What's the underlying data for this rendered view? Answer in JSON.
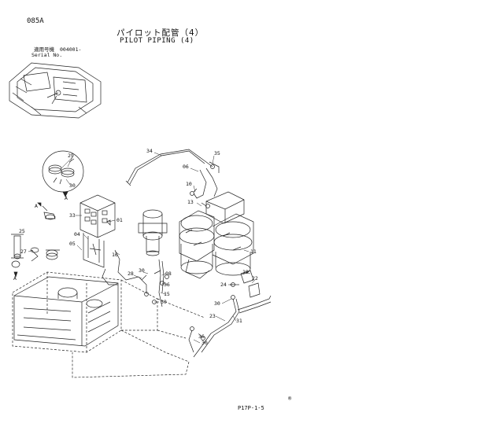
{
  "header": {
    "code": "085A",
    "title_jp": "パイロット配管（4）",
    "title_en": "PILOT PIPING (4)",
    "serial_label_jp": "適用号機",
    "serial_value": "004001-",
    "serial_label_en": "Serial No."
  },
  "footer": {
    "page_ref": "P17P-1-5",
    "mark": "®"
  },
  "callouts": {
    "c34": "34",
    "c35": "35",
    "c06": "06",
    "c10": "10",
    "c13": "13",
    "c29": "29",
    "c30a": "30",
    "cA1": "A",
    "cA2": "A",
    "cA3": "A",
    "c33": "33",
    "c01": "01",
    "c25": "25",
    "c04": "04",
    "c05": "05",
    "c27": "27",
    "c16": "16",
    "c11": "11",
    "c28": "28",
    "c30b": "30",
    "c08": "08",
    "c36a": "36",
    "c15": "15",
    "c30c": "30",
    "c19": "19",
    "c22": "22",
    "c24": "24",
    "c30d": "30",
    "c23": "23",
    "c31": "31",
    "c36b": "36",
    "c30e": "30"
  }
}
